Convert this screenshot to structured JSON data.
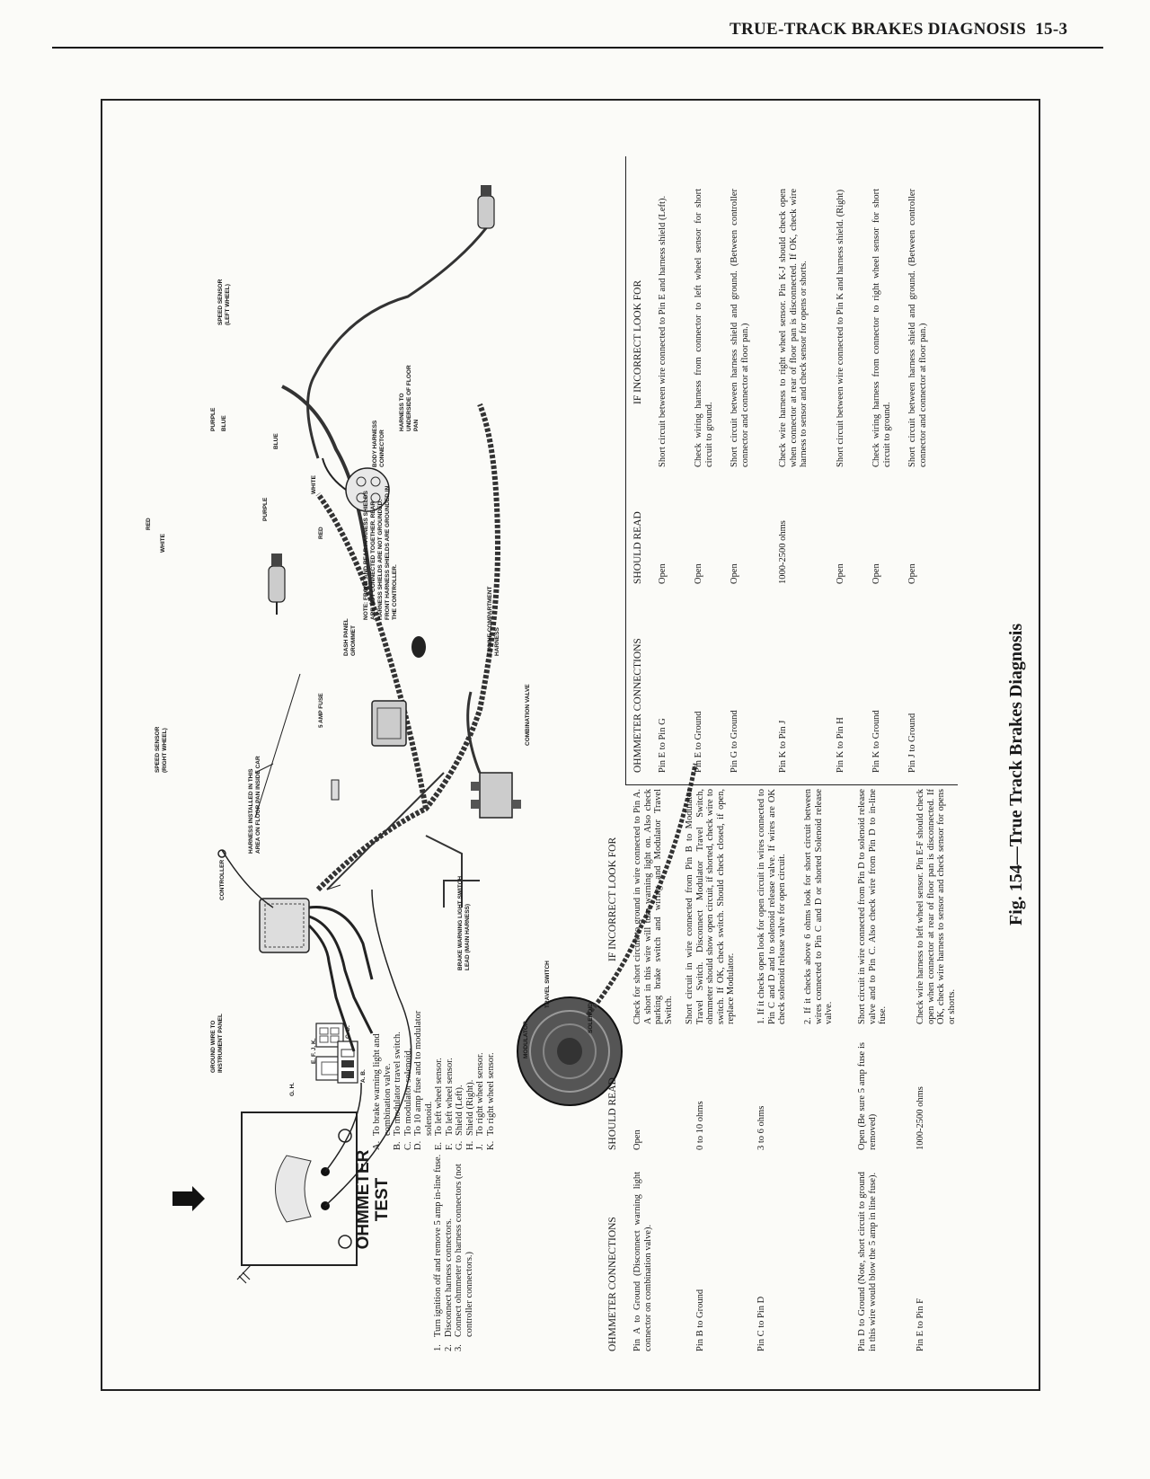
{
  "header": {
    "title": "TRUE-TRACK BRAKES DIAGNOSIS",
    "page": "15-3"
  },
  "caption": "Fig. 154—True Track Brakes Diagnosis",
  "meter": {
    "title_line1": "OHMMETER",
    "title_line2": "TEST"
  },
  "instructions": [
    {
      "n": "1.",
      "text": "Turn ignition off and remove 5 amp in-line fuse."
    },
    {
      "n": "2.",
      "text": "Disconnect harness connectors."
    },
    {
      "n": "3.",
      "text": "Connect ohmmeter to harness connectors (not controller connectors.)"
    }
  ],
  "pin_legend": [
    {
      "k": "A.",
      "t": "To brake warning light and combination valve."
    },
    {
      "k": "B.",
      "t": "To modulator travel switch."
    },
    {
      "k": "C.",
      "t": "To modulator solenoid."
    },
    {
      "k": "D.",
      "t": "To 10 amp fuse and to modulator solenoid."
    },
    {
      "k": "E.",
      "t": "To left wheel sensor."
    },
    {
      "k": "F.",
      "t": "To left wheel sensor."
    },
    {
      "k": "G.",
      "t": "Shield (Left)."
    },
    {
      "k": "H.",
      "t": "Shield (Right)."
    },
    {
      "k": "J.",
      "t": "To right wheel sensor."
    },
    {
      "k": "K.",
      "t": "To right wheel sensor."
    }
  ],
  "diagram_labels": {
    "ground_wire": "GROUND WIRE TO INSTRUMENT PANEL",
    "controller": "CONTROLLER",
    "harness_installed": "HARNESS INSTALLED IN THIS AREA ON FLOOR PAN INSIDE CAR",
    "speed_sensor_right": "SPEED SENSOR (RIGHT WHEEL)",
    "red": "RED",
    "white": "WHITE",
    "five_amp": "5 AMP FUSE",
    "dash_panel": "DASH PANEL GROMMET",
    "engine_harness": "ENGINE COMPARTMENT HARNESS",
    "combination_valve": "COMBINATION VALVE",
    "brake_warning": "BRAKE WARNING LIGHT SWITCH LEAD (MAIN HARNESS)",
    "travel_switch": "TRAVEL SWITCH",
    "solenoid": "SOLENOID",
    "modulator": "MODULATOR",
    "body_harness": "BODY HARNESS CONNECTOR",
    "harness_underside": "HARNESS TO UNDERSIDE OF FLOOR PAN",
    "blue": "BLUE",
    "purple": "PURPLE",
    "speed_sensor_left": "SPEED SENSOR (LEFT WHEEL)",
    "note": "NOTE: FRONT AND REAR HARNESS SHIELDS ARE NOT CONNECTED TOGETHER. REAR HARNESS SHIELDS ARE NOT GROUNDED. FRONT HARNESS SHIELDS ARE GROUNDED IN THE CONTROLLER.",
    "conn_gh": "G. H.",
    "conn_efjk": "E. F. J. K.",
    "conn_ab": "A. B.",
    "conn_cd": "C. D."
  },
  "table_left": {
    "headers": [
      "OHMMETER CONNECTIONS",
      "SHOULD READ",
      "IF INCORRECT LOOK FOR"
    ],
    "rows": [
      {
        "conn": "Pin A to Ground (Disconnect warning light connector on combination valve).",
        "read": "Open",
        "look": "Check for short circuit to ground in wire connected to Pin A. A short in this wire will turn warning light on. Also check parking brake switch and wiring and Modulator Travel Switch."
      },
      {
        "conn": "Pin B to Ground",
        "read": "0 to 10 ohms",
        "look": "Short circuit in wire connected from Pin B to Modulator Travel Switch. Disconnect Modulator Travel Switch, ohmmeter should show open circuit, if shorted, check wire to switch. If OK, check switch. Should check closed, if open, replace Modulator."
      },
      {
        "conn": "Pin C to Pin D",
        "read": "3 to 6 ohms",
        "look1": "1. If it checks open look for open circuit in wires connected to Pin C and D and to solenoid release valve. If wires are OK check solenoid release valve for open circuit.",
        "look2": "2. If it checks above 6 ohms look for short circuit between wires connected to Pin C and D or shorted Solenoid release valve."
      },
      {
        "conn": "Pin D to Ground (Note, short circuit to ground in this wire would blow the 5 amp in line fuse).",
        "read": "Open (Be sure 5 amp fuse is removed)",
        "look": "Short circuit in wire connected from Pin D to solenoid release valve and to Pin C. Also check wire from Pin D to in-line fuse."
      },
      {
        "conn": "Pin E to Pin F",
        "read": "1000-2500 ohms",
        "look": "Check wire harness to left wheel sensor. Pin E-F should check open when connector at rear of floor pan is disconnected. If OK, check wire harness to sensor and check sensor for opens or shorts."
      }
    ]
  },
  "table_right": {
    "headers": [
      "OHMMETER CONNECTIONS",
      "SHOULD READ",
      "IF INCORRECT LOOK FOR"
    ],
    "rows": [
      {
        "conn": "Pin E to Pin G",
        "read": "Open",
        "look": "Short circuit between wire connected to Pin E and harness shield (Left)."
      },
      {
        "conn": "Pin E to Ground",
        "read": "Open",
        "look": "Check wiring harness from connector to left wheel sensor for short circuit to ground."
      },
      {
        "conn": "Pin G to Ground",
        "read": "Open",
        "look": "Short circuit between harness shield and ground. (Between controller connector and connector at floor pan.)"
      },
      {
        "conn": "Pin K to Pin J",
        "read": "1000-2500 ohms",
        "look": "Check wire harness to right wheel sensor. Pin K-J should check open when connector at rear of floor pan is disconnected. If OK, check wire harness to sensor and check sensor for opens or shorts."
      },
      {
        "conn": "Pin K to Pin H",
        "read": "Open",
        "look": "Short circuit between wire connected to Pin K and harness shield. (Right)"
      },
      {
        "conn": "Pin K to Ground",
        "read": "Open",
        "look": "Check wiring harness from connector to right wheel sensor for short circuit to ground."
      },
      {
        "conn": "Pin J to Ground",
        "read": "Open",
        "look": "Short circuit between harness shield and ground. (Between controller connector and connector at floor pan.)"
      }
    ]
  }
}
